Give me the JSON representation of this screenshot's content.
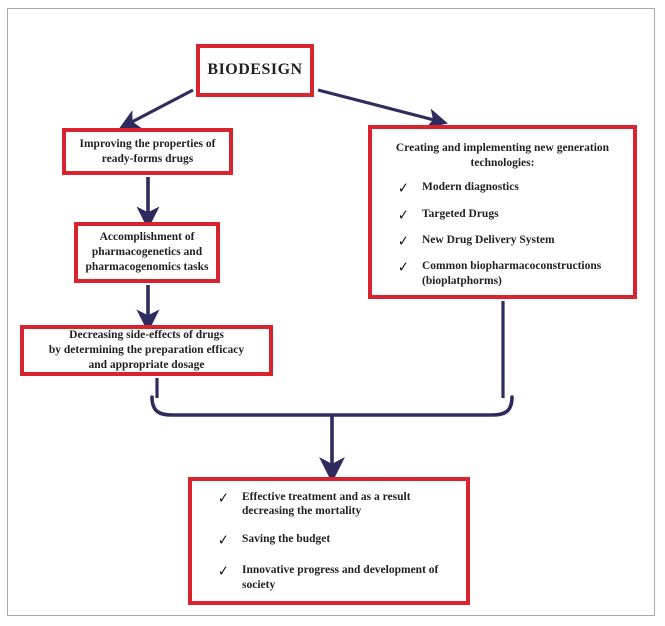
{
  "diagram": {
    "title_box": {
      "label": "BIODESIGN"
    },
    "left_branch": [
      {
        "name": "improving-properties",
        "lines": [
          "Improving the properties of",
          "ready-forms drugs"
        ]
      },
      {
        "name": "accomplishment-tasks",
        "lines": [
          "Accomplishment of",
          "pharmacogenetics and",
          "pharmacogenomics tasks"
        ]
      },
      {
        "name": "decreasing-side-effects",
        "lines": [
          "Decreasing side-effects of drugs",
          "by determining the preparation efficacy",
          "and appropriate dosage"
        ]
      }
    ],
    "right_branch": {
      "name": "new-generation-technologies",
      "heading_lines": [
        "Creating and implementing new generation",
        "technologies:"
      ],
      "items": [
        {
          "mark": "✓",
          "lines": [
            "Modern diagnostics"
          ]
        },
        {
          "mark": "✓",
          "lines": [
            "Targeted Drugs"
          ]
        },
        {
          "mark": "✓",
          "lines": [
            "New Drug Delivery System"
          ]
        },
        {
          "mark": "✓",
          "lines": [
            "Common biopharmacoconstructions",
            "(bioplatphorms)"
          ]
        }
      ]
    },
    "outcomes": {
      "name": "outcomes",
      "items": [
        {
          "mark": "✓",
          "lines": [
            "Effective treatment and as a result",
            "decreasing the mortality"
          ]
        },
        {
          "mark": "✓",
          "lines": [
            "Saving the budget"
          ]
        },
        {
          "mark": "✓",
          "lines": [
            "Innovative progress and development of",
            "society"
          ]
        }
      ]
    },
    "colors": {
      "box_border": "#d9232e",
      "connector": "#2e2c5e",
      "text": "#231f20",
      "frame": "#a9a9a9",
      "background": "#ffffff"
    }
  }
}
